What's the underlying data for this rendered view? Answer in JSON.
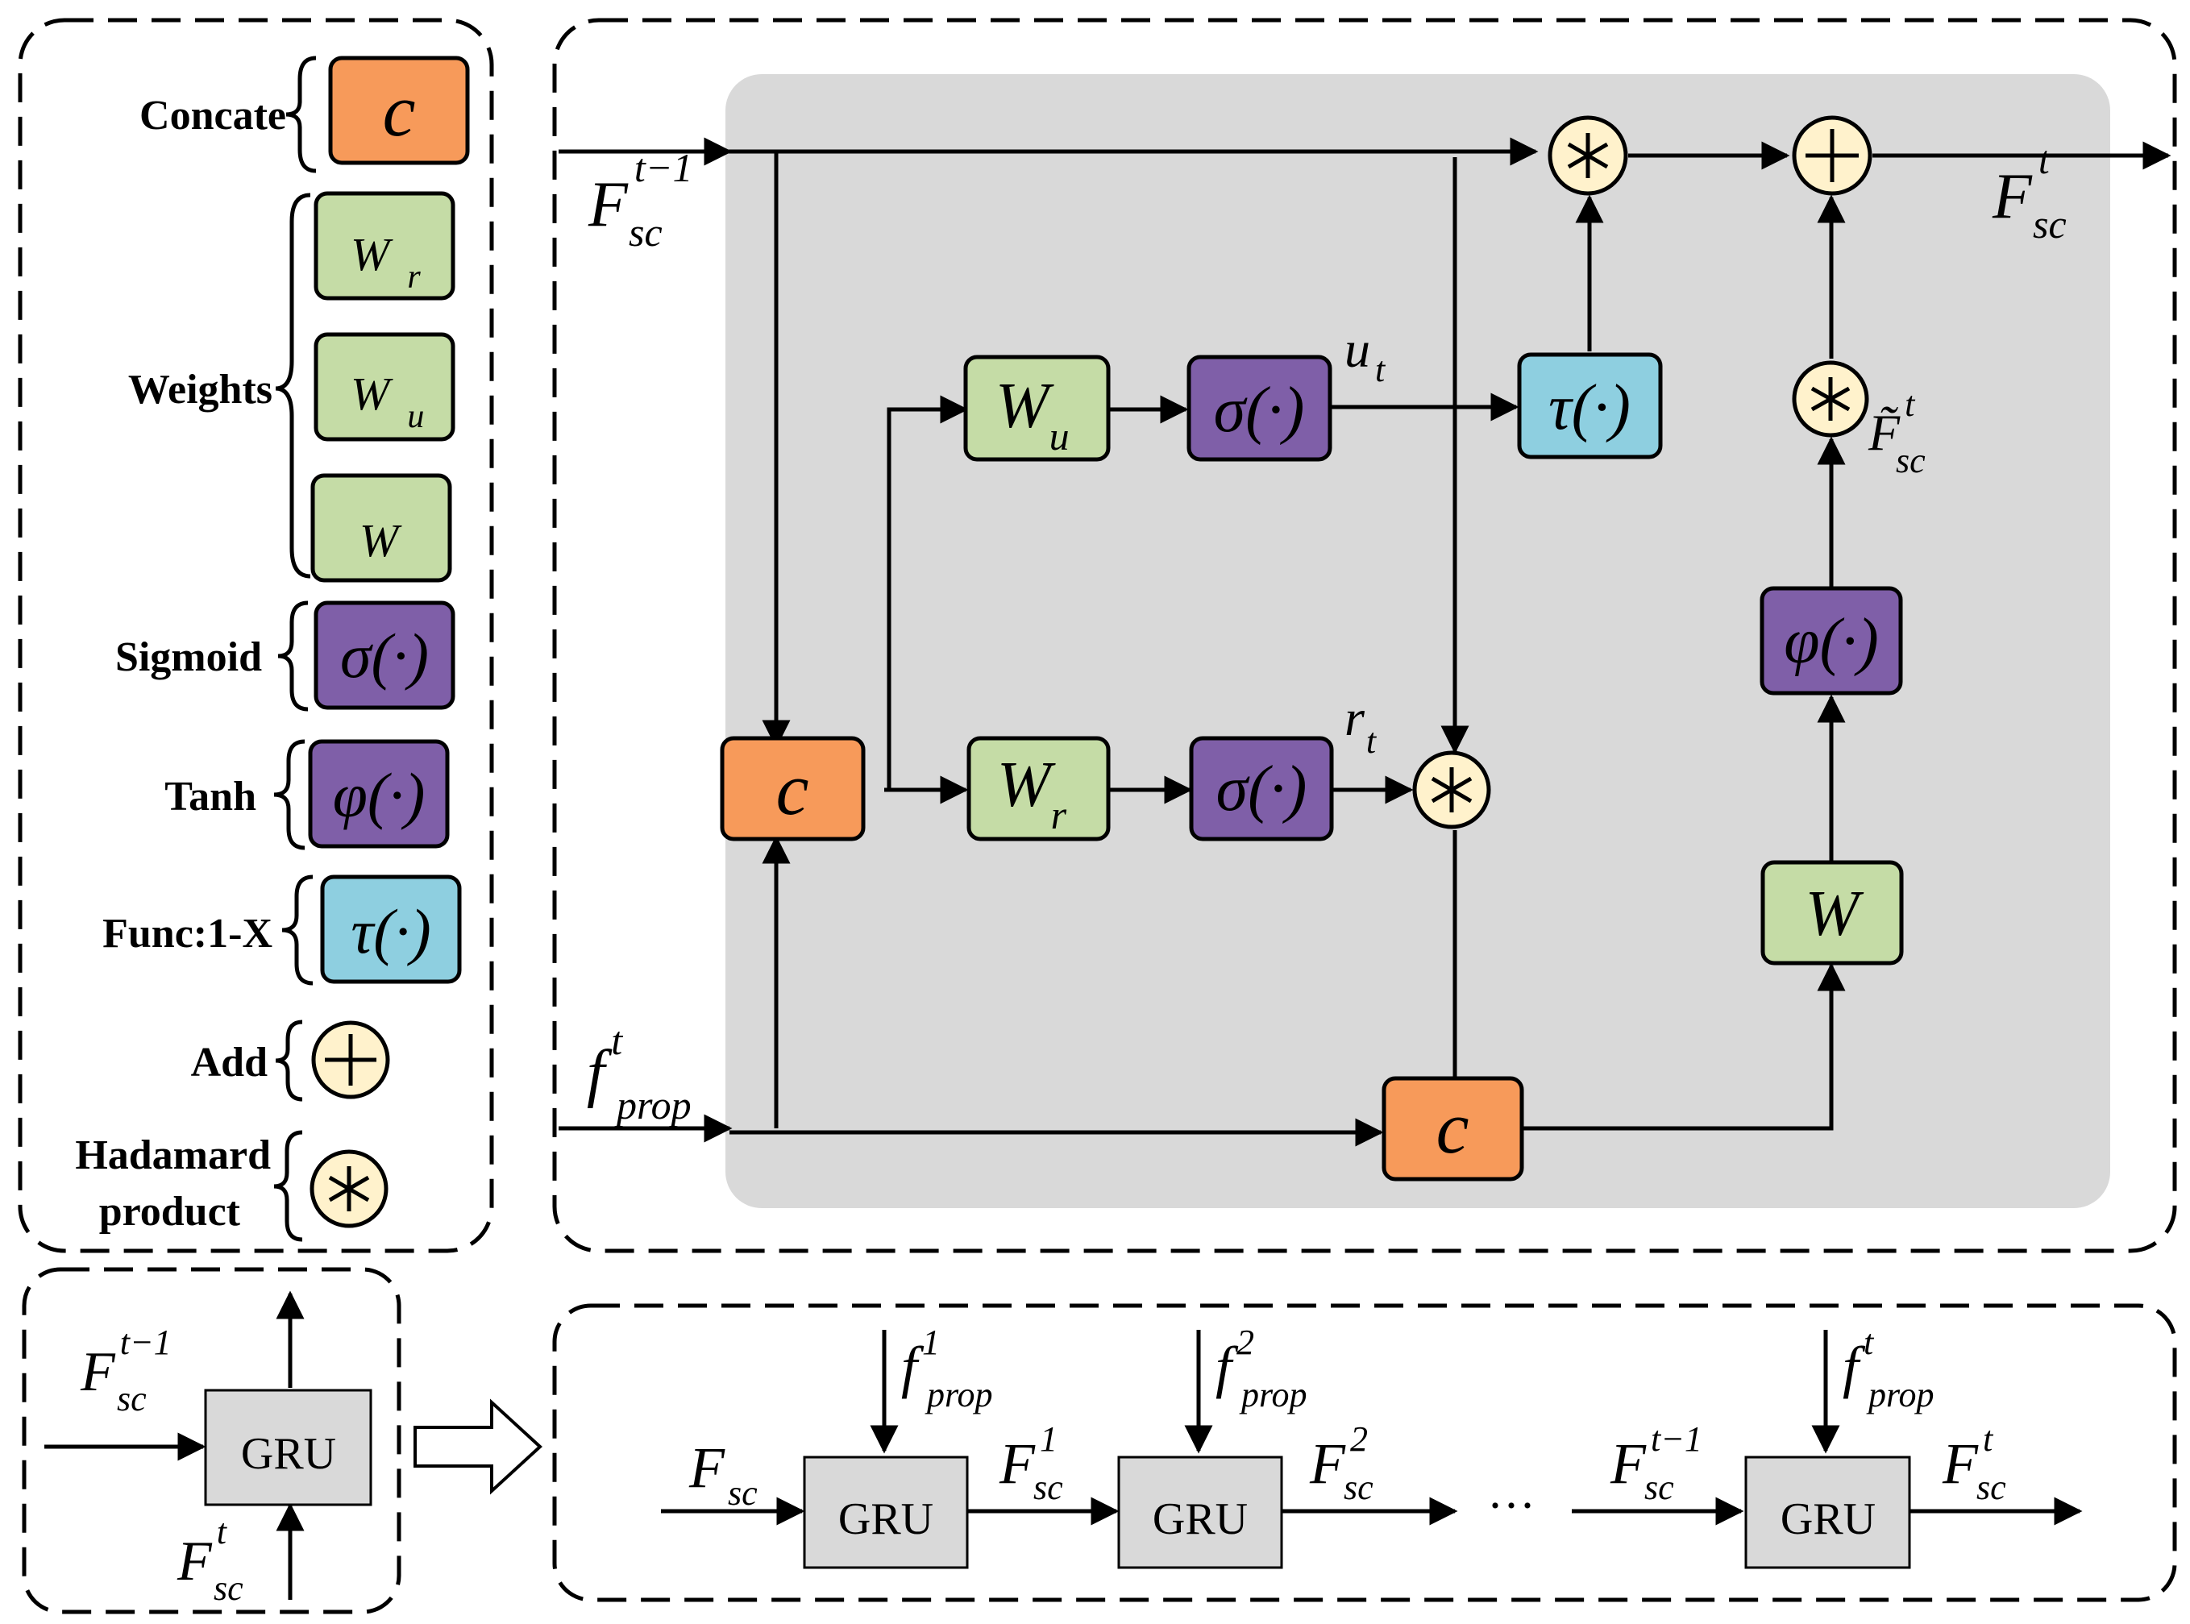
{
  "colors": {
    "concat": "#f79a5a",
    "weight": "#c5dca6",
    "sigmoid": "#7f5fa8",
    "tanh": "#7f5fa8",
    "func": "#8ecfe0",
    "op": "#fff2cc",
    "panel": "#d9d9d9",
    "gru": "#d9d9d9"
  },
  "icons": {
    "add": "circled-plus-icon",
    "hadamard": "circled-asterisk-icon",
    "arrow": "block-right-arrow-icon"
  },
  "legend": {
    "concat": {
      "label": "Concate",
      "symbol": "c"
    },
    "weights": {
      "label": "Weights",
      "items": [
        {
          "main": "W",
          "sub": "r"
        },
        {
          "main": "W",
          "sub": "u"
        },
        {
          "main": "W",
          "sub": ""
        }
      ]
    },
    "sigmoid": {
      "label": "Sigmoid",
      "symbol": "σ(·)"
    },
    "tanh": {
      "label": "Tanh",
      "symbol": "φ(·)"
    },
    "func": {
      "label": "Func:1-X",
      "symbol": "τ(·)"
    },
    "add": {
      "label": "Add"
    },
    "hadamard": {
      "label": "Hadamard",
      "label2": "product"
    }
  },
  "cell": {
    "input_prev": {
      "main": "F",
      "sub": "sc",
      "sup": "t−1"
    },
    "input_prop": {
      "main": "f",
      "sub": "prop",
      "sup": "t"
    },
    "output": {
      "main": "F",
      "sub": "sc",
      "sup": "t"
    },
    "candidate": {
      "main": "F̃",
      "sub": "sc",
      "sup": "t"
    },
    "update_gate": {
      "main": "u",
      "sub": "t"
    },
    "reset_gate": {
      "main": "r",
      "sub": "t"
    },
    "concat_symbol": "c",
    "wu": {
      "main": "W",
      "sub": "u"
    },
    "wr": {
      "main": "W",
      "sub": "r"
    },
    "w": {
      "main": "W",
      "sub": ""
    },
    "sigma": "σ(·)",
    "tau": "τ(·)",
    "phi": "φ(·)"
  },
  "gru_unit": {
    "label": "GRU",
    "in_left": {
      "main": "F",
      "sub": "sc",
      "sup": "t−1"
    },
    "in_bottom": {
      "main": "F",
      "sub": "sc",
      "sup": "t"
    }
  },
  "sequence": {
    "gru_label": "GRU",
    "ellipsis": "···",
    "start": {
      "main": "F",
      "sub": "sc",
      "sup": ""
    },
    "props": [
      {
        "main": "f",
        "sub": "prop",
        "sup": "1"
      },
      {
        "main": "f",
        "sub": "prop",
        "sup": "2"
      },
      {
        "main": "f",
        "sub": "prop",
        "sup": "t"
      }
    ],
    "outputs": [
      {
        "main": "F",
        "sub": "sc",
        "sup": "1"
      },
      {
        "main": "F",
        "sub": "sc",
        "sup": "2"
      },
      {
        "main": "F",
        "sub": "sc",
        "sup": "t−1"
      },
      {
        "main": "F",
        "sub": "sc",
        "sup": "t"
      }
    ]
  }
}
